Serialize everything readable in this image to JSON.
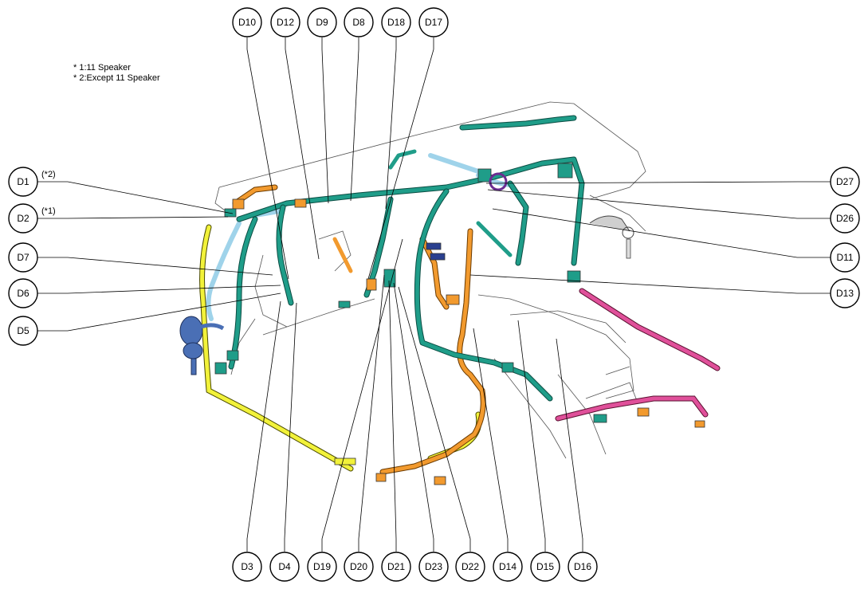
{
  "notes": [
    "* 1:11 Speaker",
    "* 2:Except 11 Speaker"
  ],
  "callouts": {
    "top": [
      "D10",
      "D12",
      "D9",
      "D8",
      "D18",
      "D17"
    ],
    "left": [
      {
        "id": "D1",
        "tag": "(*2)"
      },
      {
        "id": "D2",
        "tag": "(*1)"
      },
      {
        "id": "D7",
        "tag": ""
      },
      {
        "id": "D6",
        "tag": ""
      },
      {
        "id": "D5",
        "tag": ""
      }
    ],
    "right": [
      "D27",
      "D26",
      "D11",
      "D13"
    ],
    "bottom": [
      "D3",
      "D4",
      "D19",
      "D20",
      "D21",
      "D23",
      "D22",
      "D14",
      "D15",
      "D16"
    ]
  },
  "colors": {
    "harness_main": "#1f9d89",
    "harness_yellow": "#f2f23a",
    "harness_orange": "#f29a2e",
    "harness_pink": "#e0509a",
    "harness_light_blue": "#9fd3ea",
    "component_blue": "#4a6fb5",
    "connector_purple": "#6a2c91"
  }
}
